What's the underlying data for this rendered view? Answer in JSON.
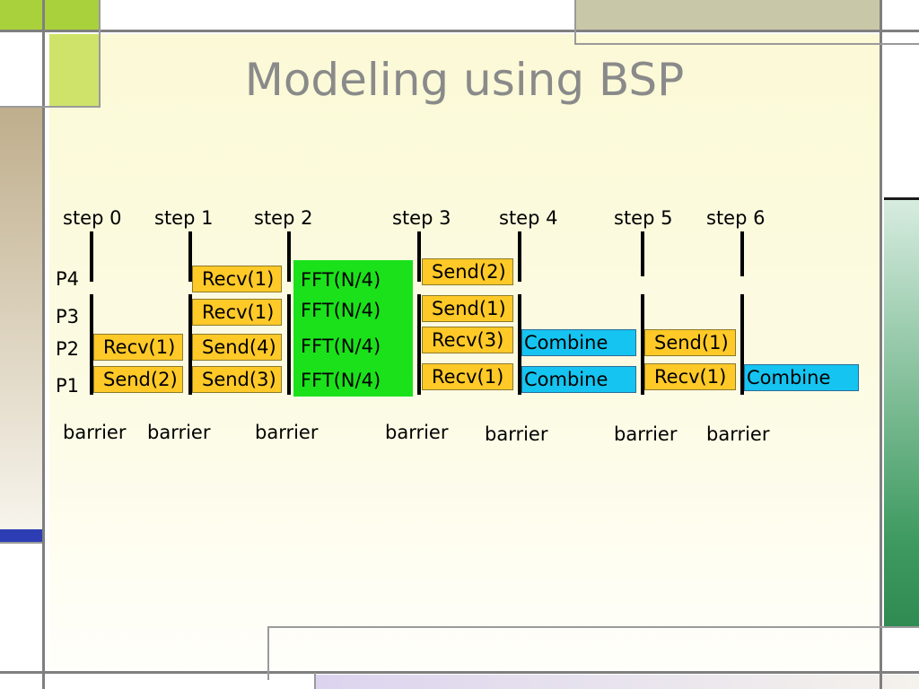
{
  "slide": {
    "title": "Modeling using BSP"
  },
  "steps": [
    "step 0",
    "step 1",
    "step 2",
    "step 3",
    "step 4",
    "step 5",
    "step 6"
  ],
  "processors": [
    "P4",
    "P3",
    "P2",
    "P1"
  ],
  "barrier_label": "barrier",
  "fft_label": "FFT(N/4)",
  "boxes": {
    "s0_p2": "Recv(1)",
    "s0_p1": "Send(2)",
    "s1_p4": "Recv(1)",
    "s1_p3": "Recv(1)",
    "s1_p2": "Send(4)",
    "s1_p1": "Send(3)",
    "s3_p4": "Send(2)",
    "s3_p3": "Send(1)",
    "s3_p2": "Recv(3)",
    "s3_p1": "Recv(1)",
    "s4_p2": "Combine",
    "s4_p1": "Combine",
    "s5_p2": "Send(1)",
    "s5_p1": "Recv(1)",
    "s6_p1": "Combine"
  },
  "colors": {
    "send_recv": "#ffc928",
    "fft": "#1be11b",
    "combine": "#15c4f0",
    "title": "#8a8a8a"
  }
}
